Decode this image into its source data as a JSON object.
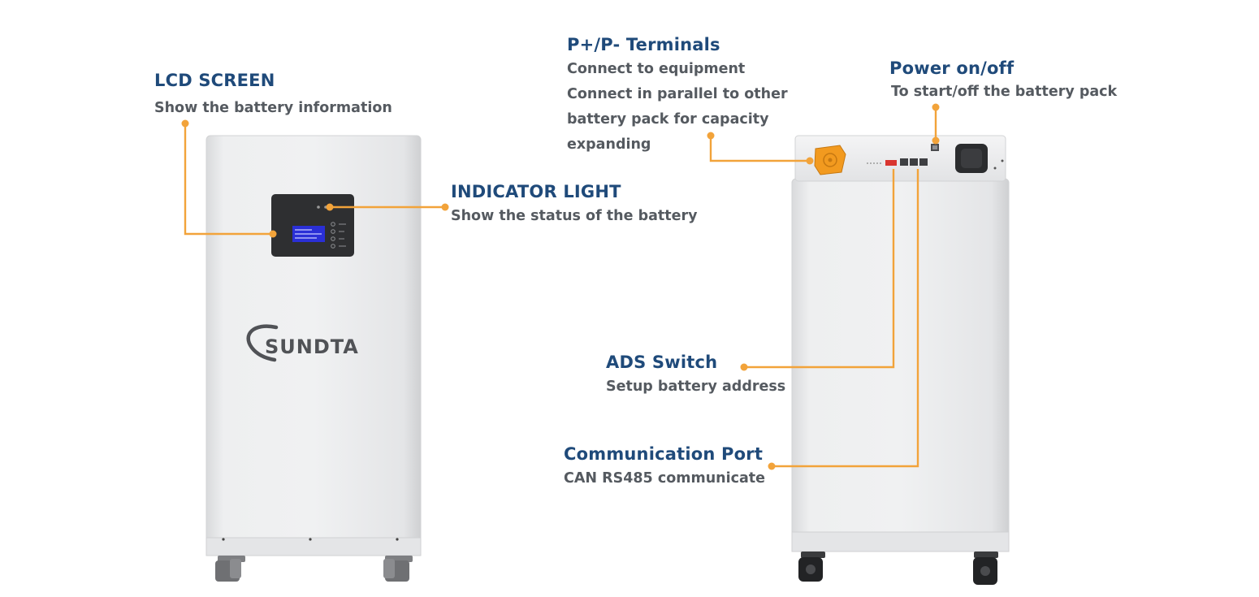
{
  "annotations": {
    "lcd": {
      "title": "LCD SCREEN",
      "desc": "Show the battery information"
    },
    "indicator": {
      "title": "INDICATOR LIGHT",
      "desc": "Show the status of the battery"
    },
    "terminals": {
      "title": "P+/P- Terminals",
      "lines": [
        "Connect to equipment",
        "Connect in parallel to other",
        "battery pack for capacity",
        "expanding"
      ]
    },
    "power": {
      "title": "Power on/off",
      "desc": "To start/off the battery pack"
    },
    "ads": {
      "title": "ADS Switch",
      "desc": "Setup battery address"
    },
    "comm": {
      "title": "Communication Port",
      "desc": "CAN RS485 communicate"
    }
  },
  "product": {
    "brand": "SUNDTA"
  },
  "colors": {
    "title": "#1f4a7a",
    "description": "#555a60",
    "leader_line": "#f2a33a",
    "cabinet": "#e9eaec"
  }
}
